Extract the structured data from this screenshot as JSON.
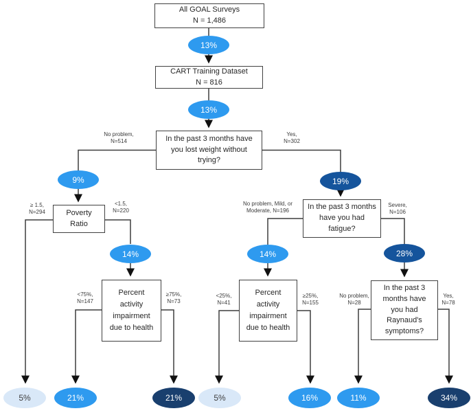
{
  "colors": {
    "line": "#3d3d3d",
    "box_border": "#404040",
    "oval_light": "#d9e8f8",
    "oval_medium": "#2e9aef",
    "oval_dark": "#15549c",
    "oval_darkest": "#193f6e"
  },
  "boxes": {
    "all_surveys": {
      "title": "All GOAL Surveys",
      "n": "N = 1,486"
    },
    "training": {
      "title": "CART Training Dataset",
      "n": "N = 816"
    },
    "weight_loss": {
      "question": "In the past 3 months have you lost weight without trying?"
    },
    "poverty": {
      "question": "Poverty Ratio"
    },
    "fatigue": {
      "question": "In the past 3 months have you had fatigue?"
    },
    "impairment_left": {
      "question": "Percent activity impairment due to health"
    },
    "impairment_right": {
      "question": "Percent activity impairment due to health"
    },
    "raynauds": {
      "question": "In the past 3 months have you had Raynaud's symptoms?"
    }
  },
  "ovals": {
    "rate_13a": "13%",
    "rate_13b": "13%",
    "rate_9": "9%",
    "rate_19": "19%",
    "rate_14_left": "14%",
    "rate_14_right": "14%",
    "rate_28": "28%"
  },
  "leaves": {
    "leaf1": "5%",
    "leaf2": "21%",
    "leaf3": "21%",
    "leaf4": "5%",
    "leaf5": "16%",
    "leaf6": "11%",
    "leaf7": "34%"
  },
  "branch_labels": {
    "weight_no": "No problem,\nN=514",
    "weight_yes": "Yes,\nN=302",
    "poverty_high": "≥ 1.5,\nN=294",
    "poverty_low": "<1.5,\nN=220",
    "fatigue_mild": "No problem, Mild, or\nModerate, N=196",
    "fatigue_severe": "Severe,\nN=106",
    "impair_lt75": "<75%,\nN=147",
    "impair_ge75": "≥75%,\nN=73",
    "impair_lt25": "<25%,\nN=41",
    "impair_ge25": "≥25%,\nN=155",
    "raynauds_no": "No problem,\nN=28",
    "raynauds_yes": "Yes,\nN=78"
  }
}
